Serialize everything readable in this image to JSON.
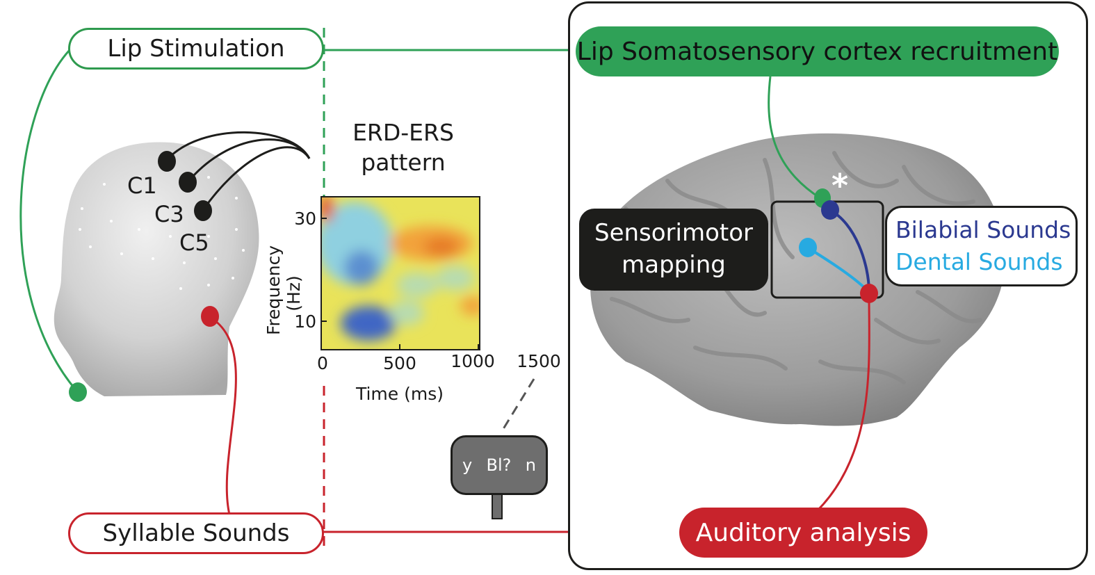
{
  "left_labels": {
    "lip_stimulation": "Lip Stimulation",
    "syllable_sounds": "Syllable Sounds"
  },
  "electrodes": [
    "C1",
    "C3",
    "C5"
  ],
  "erd": {
    "title_line1": "ERD-ERS",
    "title_line2": "pattern",
    "ylabel": "Frequency (Hz)",
    "xlabel": "Time (ms)",
    "yticks": [
      "30",
      "10"
    ],
    "xticks": [
      "0",
      "500",
      "1000"
    ],
    "time_extra": "1500"
  },
  "response": {
    "yes": "y",
    "question": "Bl?",
    "no": "n"
  },
  "right_panel": {
    "lip_cortex": "Lip Somatosensory cortex recruitment",
    "sensorimotor_line1": "Sensorimotor",
    "sensorimotor_line2": "mapping",
    "bilabial": "Bilabial Sounds",
    "dental": "Dental Sounds",
    "auditory": "Auditory analysis",
    "asterisk": "*"
  },
  "colors": {
    "green": "#2fa157",
    "red": "#c8232c",
    "dark_blue": "#2b3990",
    "light_blue": "#27aae1"
  }
}
